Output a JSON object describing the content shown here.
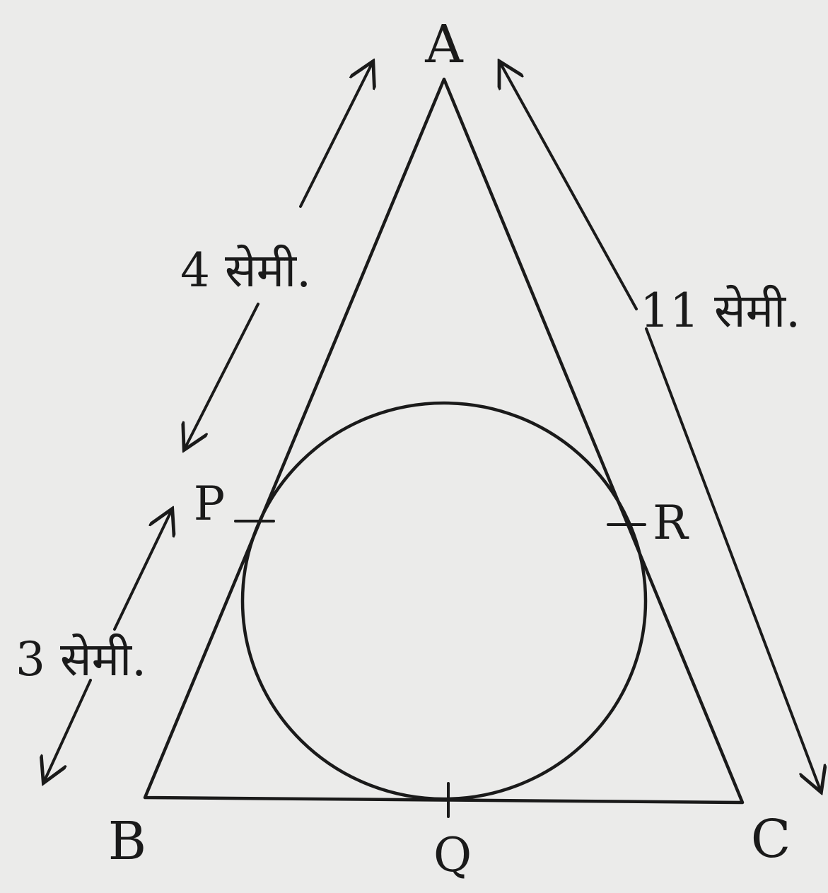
{
  "vertices": {
    "A": "A",
    "B": "B",
    "C": "C"
  },
  "tangent_points": {
    "P": "P",
    "Q": "Q",
    "R": "R"
  },
  "dimensions": {
    "AP": "4 सेमी.",
    "PB": "3 सेमी.",
    "AC": "11 सेमी."
  },
  "colors": {
    "ink": "#1a1a1a",
    "paper": "#ebebea"
  }
}
